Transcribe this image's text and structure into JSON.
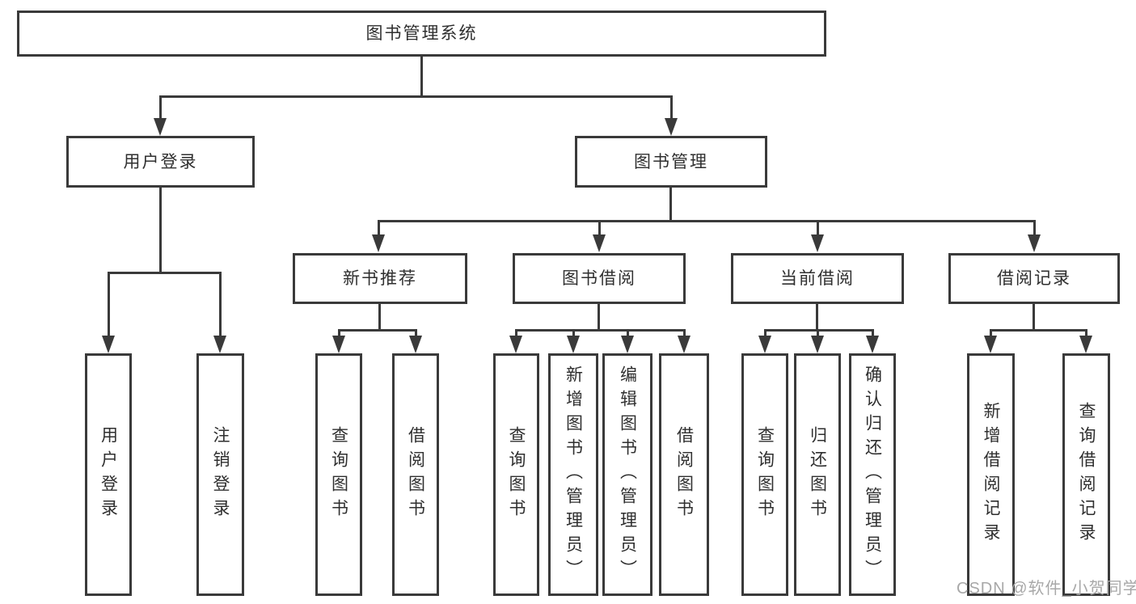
{
  "title": "图书管理系统",
  "watermark": "CSDN @软件_小贺同学",
  "colors": {
    "line": "#3a3a3a",
    "box_border": "#3a3a3a",
    "box_fill": "#ffffff",
    "text": "#2f2f2f",
    "watermark": "#a8a8a8",
    "background": "#ffffff"
  },
  "nodes": {
    "root": {
      "label": "图书管理系统"
    },
    "user_login": {
      "label": "用户登录"
    },
    "book_mgmt": {
      "label": "图书管理"
    },
    "new_book_rec": {
      "label": "新书推荐"
    },
    "book_borrow": {
      "label": "图书借阅"
    },
    "current_borrow": {
      "label": "当前借阅"
    },
    "borrow_records": {
      "label": "借阅记录"
    },
    "leaf_user_login": {
      "label": "用户登录"
    },
    "leaf_logout": {
      "label": "注销登录"
    },
    "leaf_query_book_1": {
      "label": "查询图书"
    },
    "leaf_borrow_book_1": {
      "label": "借阅图书"
    },
    "leaf_query_book_2": {
      "label": "查询图书"
    },
    "leaf_add_book": {
      "label": "新增图书（管理员）"
    },
    "leaf_edit_book": {
      "label": "编辑图书（管理员）"
    },
    "leaf_borrow_book_2": {
      "label": "借阅图书"
    },
    "leaf_query_book_3": {
      "label": "查询图书"
    },
    "leaf_return_book": {
      "label": "归还图书"
    },
    "leaf_confirm_return": {
      "label": "确认归还（管理员）"
    },
    "leaf_add_borrow_record": {
      "label": "新增借阅记录"
    },
    "leaf_query_borrow_record": {
      "label": "查询借阅记录"
    }
  },
  "structure": {
    "root": [
      "user_login",
      "book_mgmt"
    ],
    "user_login": [
      "leaf_user_login",
      "leaf_logout"
    ],
    "book_mgmt": [
      "new_book_rec",
      "book_borrow",
      "current_borrow",
      "borrow_records"
    ],
    "new_book_rec": [
      "leaf_query_book_1",
      "leaf_borrow_book_1"
    ],
    "book_borrow": [
      "leaf_query_book_2",
      "leaf_add_book",
      "leaf_edit_book",
      "leaf_borrow_book_2"
    ],
    "current_borrow": [
      "leaf_query_book_3",
      "leaf_return_book",
      "leaf_confirm_return"
    ],
    "borrow_records": [
      "leaf_add_borrow_record",
      "leaf_query_borrow_record"
    ]
  }
}
